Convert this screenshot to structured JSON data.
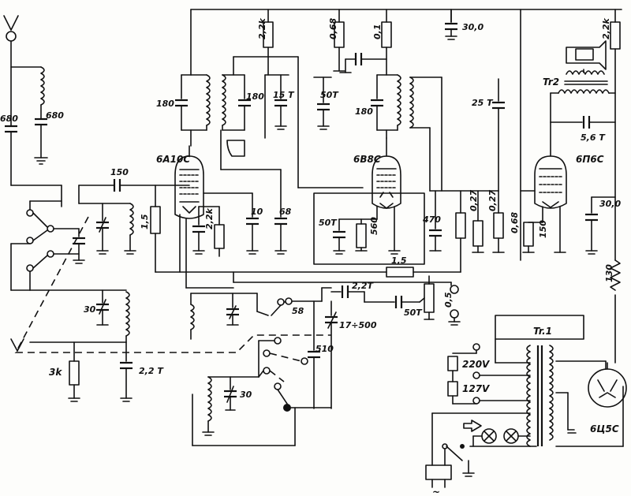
{
  "tubes": {
    "converter": "6A10C",
    "if_amp": "6B8C",
    "output": "6П6С",
    "rectifier": "6Ц5С"
  },
  "transformers": {
    "output": "Tr2",
    "power": "Tr.1"
  },
  "voltage_taps": {
    "v220": "220V",
    "v127": "127V"
  },
  "labels": {
    "c_ant": "680",
    "c_ant_coil": "680",
    "c150": "150",
    "r15": "1,5",
    "c180a": "180",
    "c180b": "180",
    "c15t": "15 T",
    "r22k_top1": "2,2k",
    "r068_top": "0,68",
    "r01_top": "0,1",
    "c300_top": "30,0",
    "r22k_top2": "2,2k",
    "c50t_a": "50T",
    "c180c": "180",
    "c25t": "25 T",
    "c56t": "5,6 T",
    "r22k_mid": "2,2k",
    "c10": "10",
    "c68": "68",
    "c50t_b": "50T",
    "r560": "560",
    "c470": "470",
    "r027a": "0,27",
    "r027b": "0,27",
    "r068_mid": "0,68",
    "r150": "150",
    "c300_mid": "30,0",
    "r130": "130",
    "r15_mid": "1,5",
    "c22t_mid": "2,2T",
    "c50t_c": "50T",
    "pot05": "0,5",
    "c58": "58",
    "c17_500": "17÷500",
    "c510": "510",
    "c30_left": "30",
    "c30_bot": "30",
    "r3k": "3k",
    "c22t_bot": "2,2 T",
    "mains": "~"
  }
}
